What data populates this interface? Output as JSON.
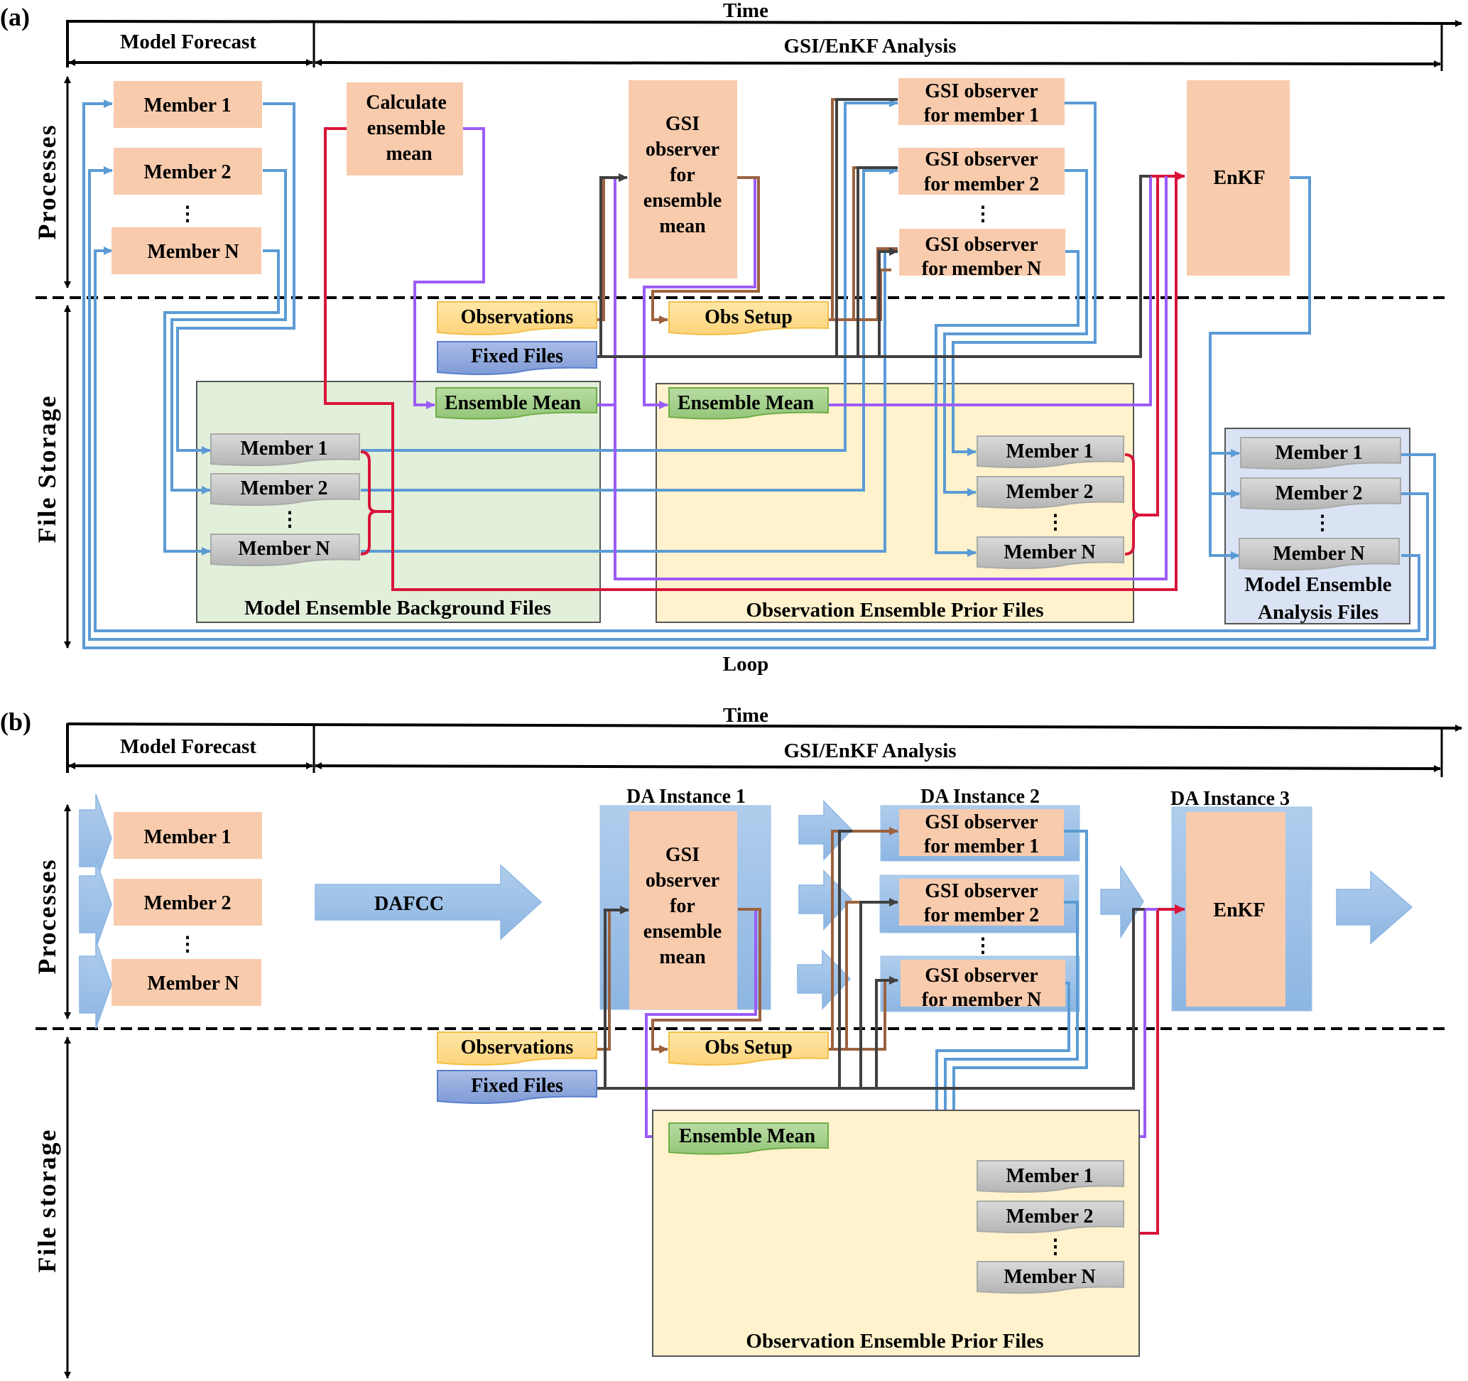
{
  "panel_a": {
    "label": "(a)",
    "time_label": "Time",
    "phases": [
      "Model Forecast",
      "GSI/EnKF Analysis"
    ],
    "lane_labels": [
      "Processes",
      "File Storage"
    ],
    "processes": {
      "members": [
        "Member 1",
        "Member 2",
        "Member N"
      ],
      "calc_mean": [
        "Calculate",
        "ensemble",
        "mean"
      ],
      "gsi_mean": [
        "GSI",
        "observer",
        "for",
        "ensemble",
        "mean"
      ],
      "gsi_members": [
        [
          "GSI observer",
          "for member 1"
        ],
        [
          "GSI observer",
          "for member 2"
        ],
        [
          "GSI observer",
          "for member N"
        ]
      ],
      "enkf": "EnKF"
    },
    "inputs": {
      "observations": "Observations",
      "fixed_files": "Fixed Files",
      "obs_setup": "Obs Setup"
    },
    "storage": {
      "background": {
        "title": "Model Ensemble Background Files",
        "mean": "Ensemble Mean",
        "members": [
          "Member 1",
          "Member 2",
          "Member N"
        ]
      },
      "prior": {
        "title": "Observation Ensemble Prior Files",
        "mean": "Ensemble Mean",
        "members": [
          "Member 1",
          "Member 2",
          "Member N"
        ]
      },
      "analysis": {
        "title": [
          "Model Ensemble",
          "Analysis Files"
        ],
        "members": [
          "Member 1",
          "Member 2",
          "Member N"
        ]
      }
    },
    "loop_label": "Loop"
  },
  "panel_b": {
    "label": "(b)",
    "time_label": "Time",
    "phases": [
      "Model Forecast",
      "GSI/EnKF Analysis"
    ],
    "lane_labels": [
      "Processes",
      "File storage"
    ],
    "processes": {
      "members": [
        "Member 1",
        "Member 2",
        "Member N"
      ],
      "dafcc": "DAFCC",
      "instances": [
        "DA Instance 1",
        "DA Instance 2",
        "DA Instance 3"
      ],
      "gsi_mean": [
        "GSI",
        "observer",
        "for",
        "ensemble",
        "mean"
      ],
      "gsi_members": [
        [
          "GSI observer",
          "for member 1"
        ],
        [
          "GSI observer",
          "for member 2"
        ],
        [
          "GSI observer",
          "for member N"
        ]
      ],
      "enkf": "EnKF"
    },
    "inputs": {
      "observations": "Observations",
      "fixed_files": "Fixed Files",
      "obs_setup": "Obs Setup"
    },
    "storage": {
      "prior": {
        "title": "Observation Ensemble Prior Files",
        "mean": "Ensemble Mean",
        "members": [
          "Member 1",
          "Member 2",
          "Member N"
        ]
      }
    }
  },
  "ellipsis": "⋮",
  "colors": {
    "process_fill": "#f8cbad",
    "blue_line": "#5b9bd5",
    "red_line": "#d9143a",
    "purple_line": "#9b5cf6",
    "brown_line": "#9c6240",
    "dark_line": "#404040",
    "observations_fill": "#ffd98a",
    "fixed_fill": "#8fa9dc",
    "mean_fill": "#a9d18e",
    "member_file_fill": "#c9c9c9",
    "background_box": "#e2efda",
    "prior_box": "#fff2cc",
    "analysis_box": "#dae3f3",
    "instance_fill": "#9dc3e6"
  }
}
